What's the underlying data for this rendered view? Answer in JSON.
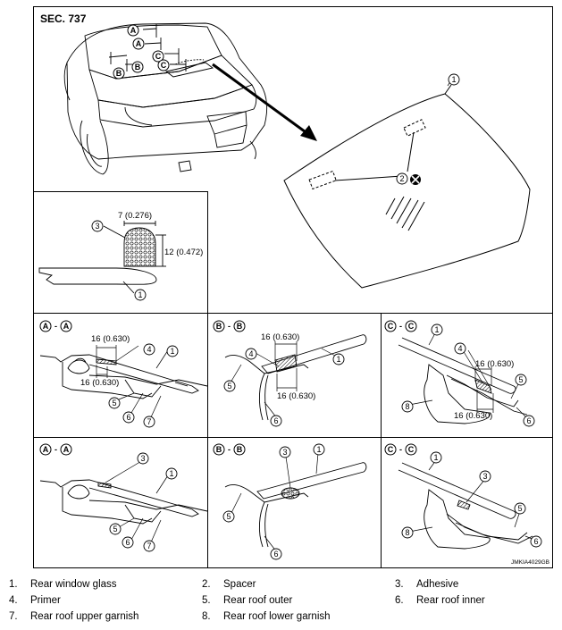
{
  "section_label": "SEC. 737",
  "watermark": "JMKIA4029GB",
  "markers": {
    "1": "1",
    "2": "2",
    "3": "3",
    "4": "4",
    "5": "5",
    "6": "6",
    "7": "7",
    "8": "8"
  },
  "section_letters": {
    "A": "A",
    "B": "B",
    "C": "C"
  },
  "dims": {
    "width_7": "7 (0.276)",
    "height_12": "12 (0.472)",
    "d16": "16 (0.630)"
  },
  "legend": [
    {
      "num": "1.",
      "label": "Rear window glass"
    },
    {
      "num": "2.",
      "label": "Spacer"
    },
    {
      "num": "3.",
      "label": "Adhesive"
    },
    {
      "num": "4.",
      "label": "Primer"
    },
    {
      "num": "5.",
      "label": "Rear roof outer"
    },
    {
      "num": "6.",
      "label": "Rear roof inner"
    },
    {
      "num": "7.",
      "label": "Rear roof upper garnish"
    },
    {
      "num": "8.",
      "label": "Rear roof lower garnish"
    }
  ],
  "colors": {
    "line": "#000000",
    "background": "#ffffff",
    "dash_fill": "#ffffff"
  }
}
